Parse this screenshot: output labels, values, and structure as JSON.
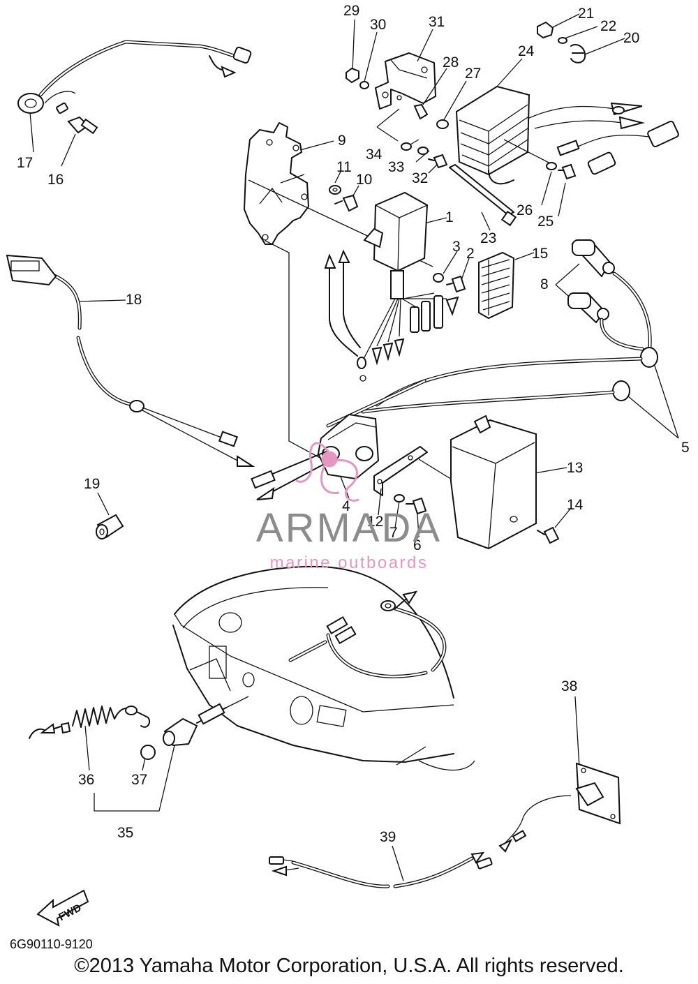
{
  "diagram_code": "6G90110-9120",
  "copyright": "©2013 Yamaha Motor Corporation, U.S.A. All rights reserved.",
  "watermark": {
    "name": "ARMADA",
    "tagline": "marine outboards",
    "name_color": "#8c8c8c",
    "accent_color": "#e596c1"
  },
  "direction_marker": "FWD",
  "callouts": [
    "1",
    "2",
    "3",
    "4",
    "5",
    "6",
    "7",
    "8",
    "9",
    "10",
    "11",
    "12",
    "13",
    "14",
    "15",
    "16",
    "17",
    "18",
    "19",
    "20",
    "21",
    "22",
    "23",
    "24",
    "25",
    "26",
    "27",
    "28",
    "29",
    "30",
    "31",
    "32",
    "33",
    "34",
    "35",
    "36",
    "37",
    "38",
    "39"
  ]
}
